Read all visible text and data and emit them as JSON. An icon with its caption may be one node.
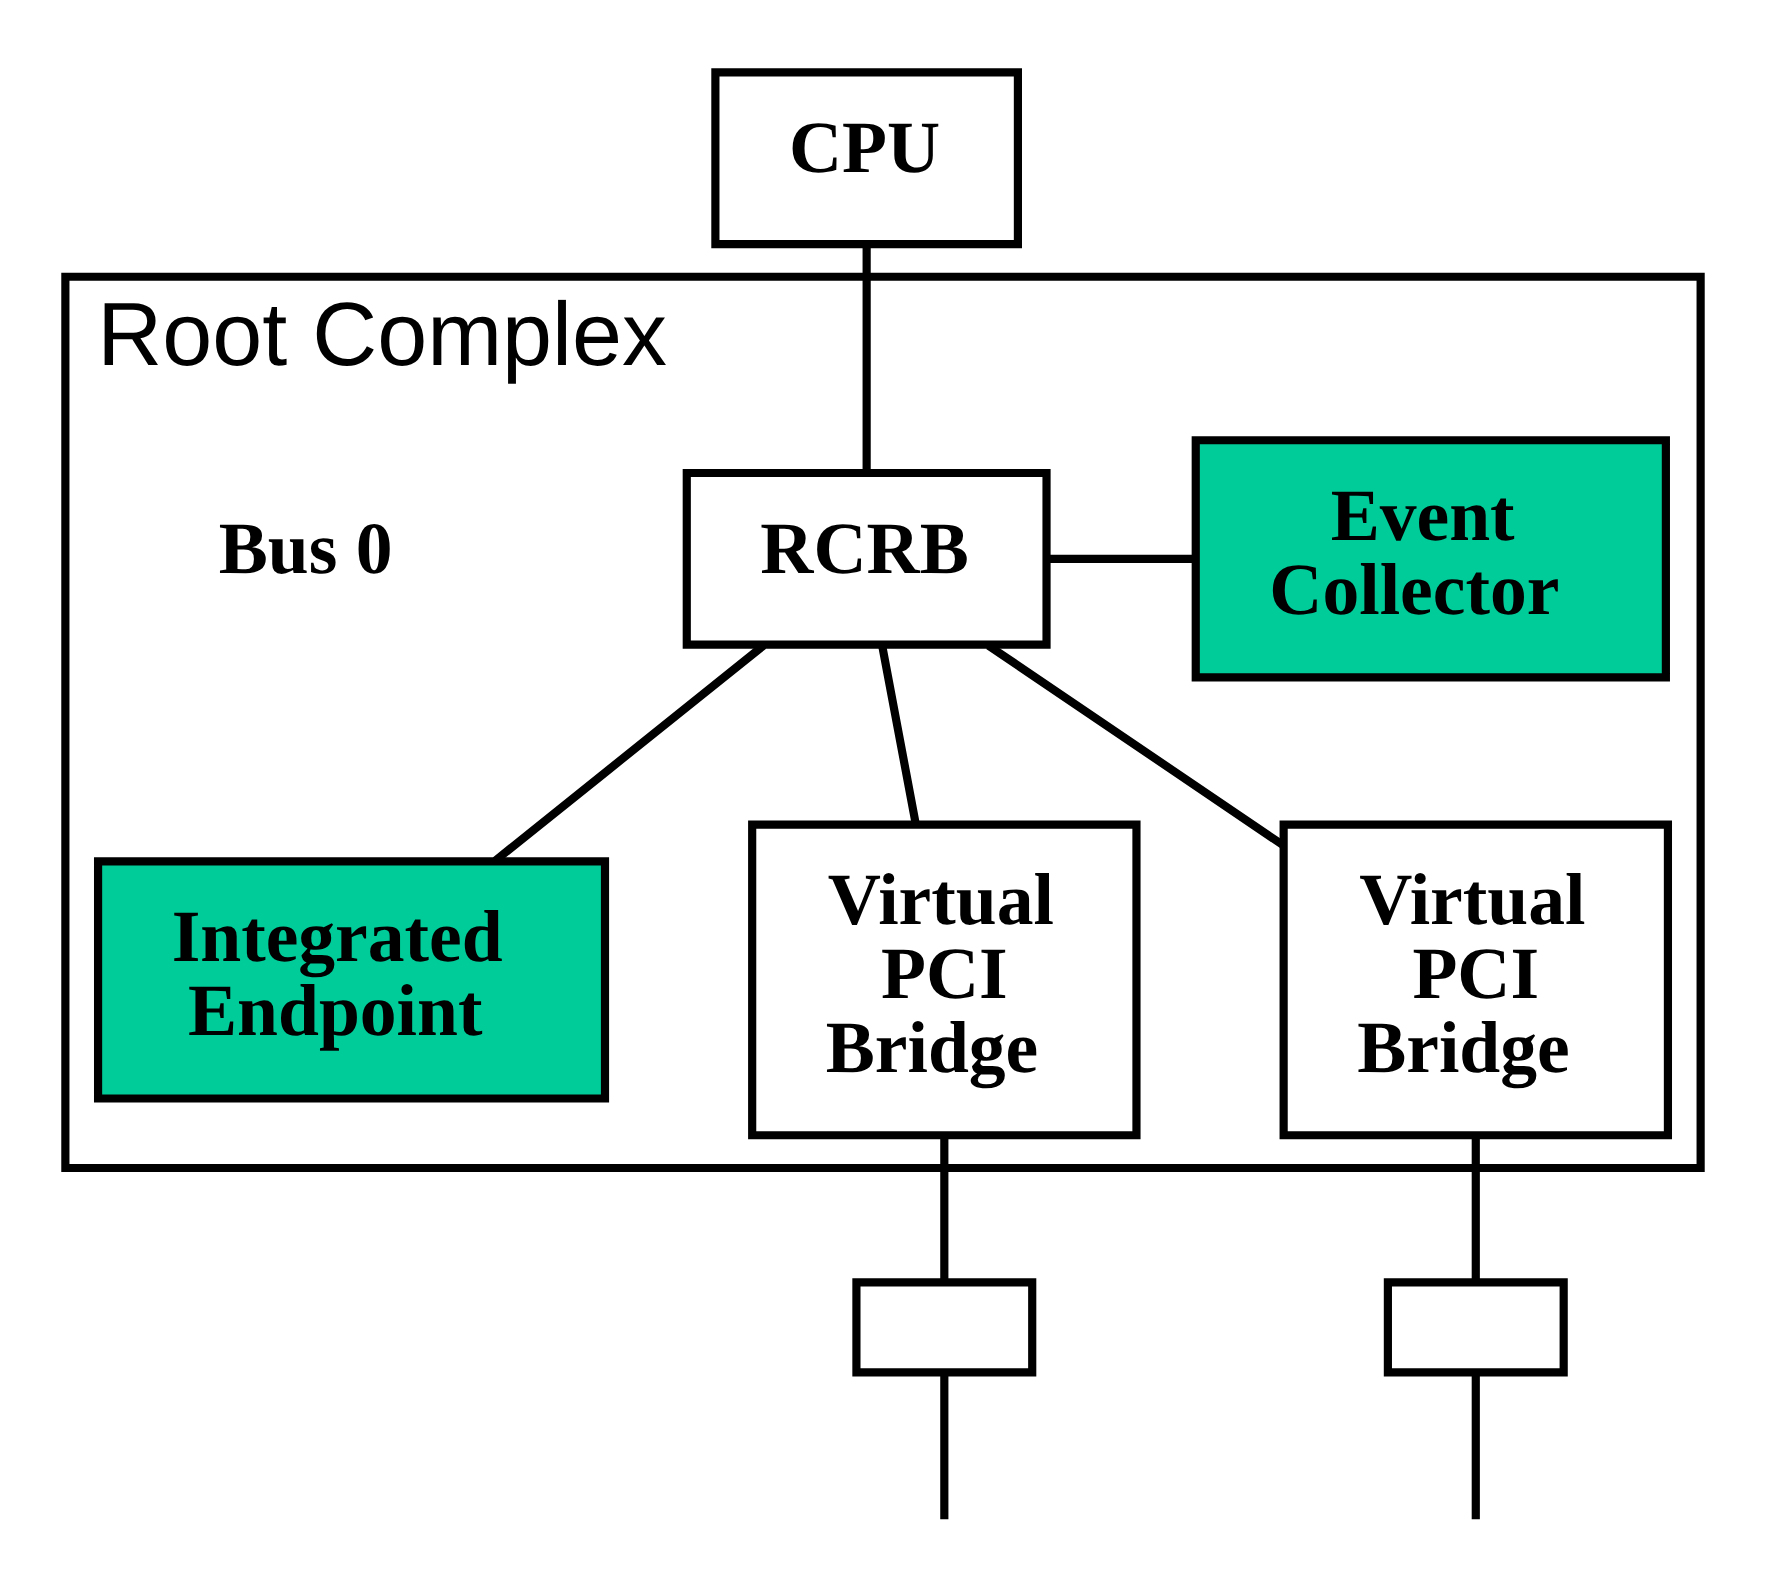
{
  "diagram": {
    "nodes": [
      {
        "text": [
          "CPU"
        ]
      },
      {
        "text": [
          "Root Complex"
        ]
      },
      {
        "text": [
          "Event Collector"
        ],
        "in": 1
      },
      {
        "text": [
          "RCRB"
        ],
        "in": 1
      },
      {
        "text": [
          "Integrated Endpoint"
        ],
        "in": 1
      },
      {
        "text": [
          "Virtual PCI Bridge"
        ],
        "in": 1
      },
      {
        "text": [
          "Virtual PCI Bridge"
        ],
        "in": 1
      },
      {
        "text": [],
        "shape": "box"
      },
      {
        "text": [],
        "shape": "box"
      }
    ],
    "edges": [
      {
        "from": 0,
        "to": 3,
        "arrow": "none"
      },
      {
        "from": 3,
        "to": 2,
        "arrow": "none"
      },
      {
        "from": 3,
        "to": 4,
        "arrow": "none"
      },
      {
        "from": 3,
        "to": 5,
        "arrow": "none"
      },
      {
        "from": 3,
        "to": 6,
        "arrow": "none"
      },
      {
        "from": 5,
        "to": 7,
        "arrow": "none"
      },
      {
        "from": 6,
        "to": 8,
        "arrow": "none"
      },
      {
        "from": 7,
        "to": null,
        "arrow": "none"
      },
      {
        "from": 8,
        "to": null,
        "arrow": "none"
      }
    ],
    "labels": [
      "Bus 0"
    ]
  }
}
